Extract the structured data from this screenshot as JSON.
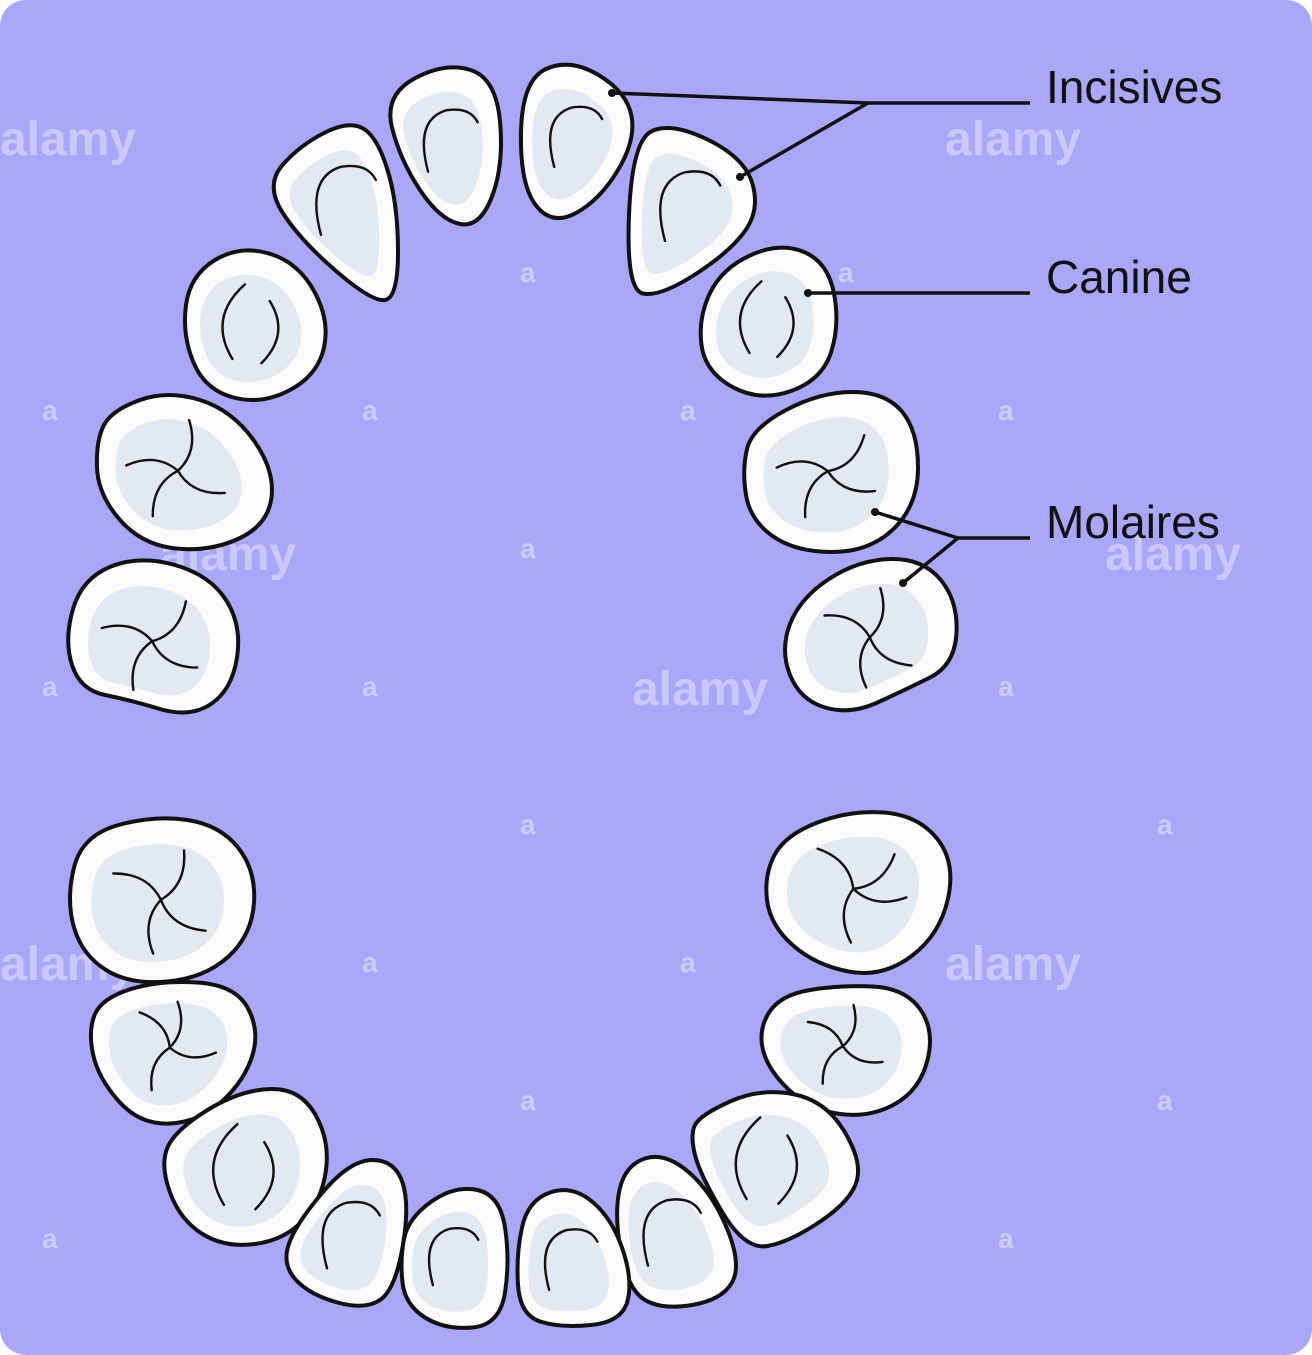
{
  "labels": {
    "incisives": "Incisives",
    "canine": "Canine",
    "molaires": "Molaires"
  },
  "watermark": "alamy",
  "colors": {
    "background": "#aaa7fb",
    "tooth_fill": "#fbfbfb",
    "tooth_shade": "#cfdbe8",
    "outline": "#111111"
  }
}
